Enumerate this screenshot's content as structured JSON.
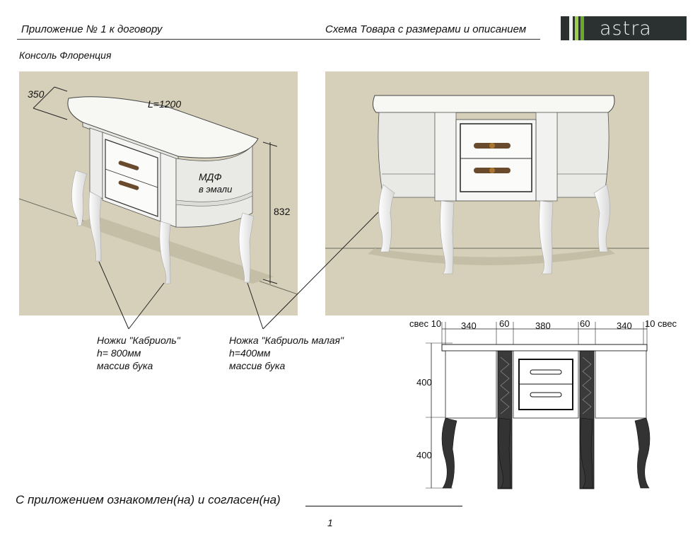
{
  "header": {
    "appendix": "Приложение № 1 к договору",
    "schema": "Схема Товара с размерами и описанием",
    "logo_text": "astra"
  },
  "product_title": "Консоль Флоренция",
  "persp_dims": {
    "depth": "350",
    "length": "L=1200",
    "height": "832"
  },
  "material": {
    "line1": "МДФ",
    "line2": "в эмали"
  },
  "legs_large": {
    "line1": "Ножки  \"Кабриоль\"",
    "line2": "h= 800мм",
    "line3": "массив бука"
  },
  "legs_small": {
    "line1": "Ножка \"Кабриоль малая\"",
    "line2": "h=400мм",
    "line3": "массив бука"
  },
  "front_dims": {
    "overhang_left": "свес 10",
    "w1": "340",
    "w2": "60",
    "w3": "380",
    "w4": "60",
    "w5": "340",
    "overhang_right": "10 свес",
    "h_top": "400",
    "h_bottom": "400"
  },
  "signature_text": "С приложением ознакомлен(на) и согласен(на)",
  "page_number": "1",
  "colors": {
    "logo_bg": "#2b3030",
    "logo_bar1": "#f0f0f0",
    "logo_bar2": "#9fcf4a",
    "logo_bar3": "#6aaa2a",
    "scene_bg": "#d6d0ba"
  }
}
